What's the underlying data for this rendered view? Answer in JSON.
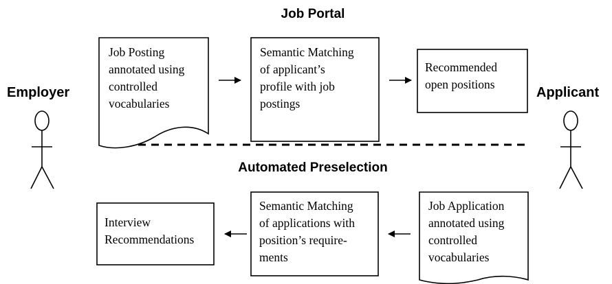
{
  "diagram": {
    "top_section_title": "Job Portal",
    "bottom_section_title": "Automated Preselection",
    "actors": {
      "employer": "Employer",
      "applicant": "Applicant"
    },
    "top_row": {
      "job_posting": [
        "Job Posting",
        "annotated using",
        "controlled",
        "vocabularies"
      ],
      "semantic_matching_profile": [
        "Semantic Matching",
        "of applicant’s",
        "profile with job",
        "postings"
      ],
      "recommended_positions": [
        "Recommended",
        "open positions"
      ]
    },
    "bottom_row": {
      "interview_recommendations": [
        "Interview",
        "Recommendations"
      ],
      "semantic_matching_applications": [
        "Semantic Matching",
        "of applications with",
        "position’s require-",
        "ments"
      ],
      "job_application": [
        "Job Application",
        "annotated using",
        "controlled",
        "vocabularies"
      ]
    }
  }
}
